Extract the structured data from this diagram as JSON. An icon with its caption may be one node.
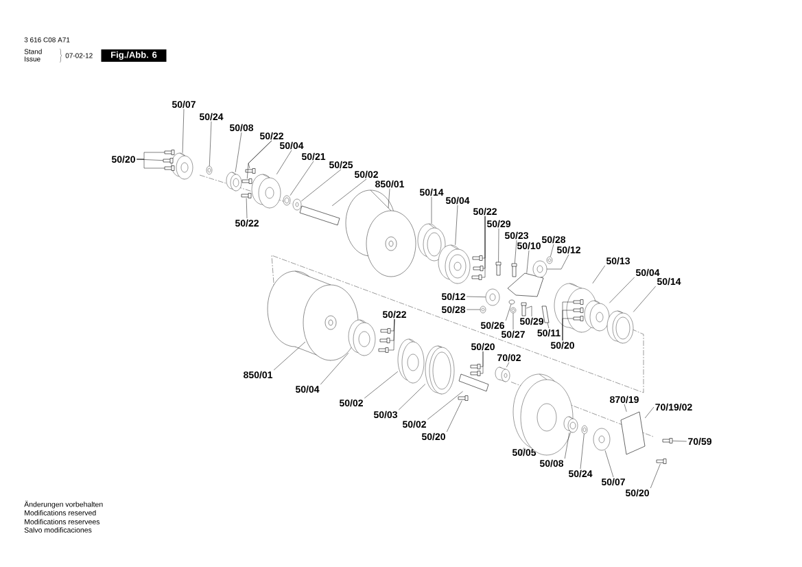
{
  "diagram": {
    "nodes": [
      {
        "text": [
          "50/07"
        ]
      },
      {
        "text": [
          "50/24"
        ]
      },
      {
        "text": [
          "50/08"
        ]
      },
      {
        "text": [
          "50/22"
        ]
      },
      {
        "text": [
          "50/04"
        ]
      },
      {
        "text": [
          "50/21"
        ]
      },
      {
        "text": [
          "50/25"
        ]
      },
      {
        "text": [
          "50/02"
        ]
      },
      {
        "text": [
          "850/01"
        ]
      },
      {
        "text": [
          "50/20"
        ]
      },
      {
        "text": [
          "50/22"
        ]
      },
      {
        "text": [
          "50/14"
        ]
      },
      {
        "text": [
          "50/04"
        ]
      },
      {
        "text": [
          "50/22"
        ]
      },
      {
        "text": [
          "50/29"
        ]
      },
      {
        "text": [
          "50/23"
        ]
      },
      {
        "text": [
          "50/10"
        ]
      },
      {
        "text": [
          "50/28"
        ]
      },
      {
        "text": [
          "50/12"
        ]
      },
      {
        "text": [
          "50/12"
        ]
      },
      {
        "text": [
          "50/28"
        ]
      },
      {
        "text": [
          "50/26"
        ]
      },
      {
        "text": [
          "50/27"
        ]
      },
      {
        "text": [
          "50/29"
        ]
      },
      {
        "text": [
          "50/11"
        ]
      },
      {
        "text": [
          "50/13"
        ]
      },
      {
        "text": [
          "50/04"
        ]
      },
      {
        "text": [
          "50/14"
        ]
      },
      {
        "text": [
          "50/20"
        ]
      },
      {
        "text": [
          "850/01"
        ]
      },
      {
        "text": [
          "50/04"
        ]
      },
      {
        "text": [
          "50/22"
        ]
      },
      {
        "text": [
          "50/02"
        ]
      },
      {
        "text": [
          "50/03"
        ]
      },
      {
        "text": [
          "50/02"
        ]
      },
      {
        "text": [
          "50/20"
        ]
      },
      {
        "text": [
          "50/20"
        ]
      },
      {
        "text": [
          "70/02"
        ]
      },
      {
        "text": [
          "50/05"
        ]
      },
      {
        "text": [
          "50/08"
        ]
      },
      {
        "text": [
          "50/24"
        ]
      },
      {
        "text": [
          "50/07"
        ]
      },
      {
        "text": [
          "50/20"
        ]
      },
      {
        "text": [
          "870/19"
        ]
      },
      {
        "text": [
          "70/19/02"
        ]
      },
      {
        "text": [
          "70/59"
        ]
      },
      {
        "text": [],
        "shape": "picture"
      },
      {
        "text": [],
        "shape": "box"
      },
      {
        "text": [],
        "shape": "box"
      },
      {
        "text": [],
        "shape": "box"
      },
      {
        "text": [],
        "shape": "picture"
      },
      {
        "text": [],
        "shape": "picture"
      },
      {
        "text": [],
        "shape": "box"
      },
      {
        "text": [],
        "shape": "box"
      },
      {
        "text": [],
        "shape": "box"
      },
      {
        "text": [],
        "shape": "picture"
      },
      {
        "text": [],
        "shape": "picture"
      },
      {
        "text": [],
        "shape": "picture"
      },
      {
        "text": [],
        "shape": "box"
      },
      {
        "text": [],
        "shape": "cylinder"
      },
      {
        "text": [],
        "shape": "picture"
      },
      {
        "text": [],
        "shape": "picture"
      },
      {
        "text": [],
        "shape": "box"
      },
      {
        "text": [],
        "shape": "box"
      },
      {
        "text": [],
        "shape": "box"
      },
      {
        "text": [],
        "shape": "box"
      },
      {
        "text": [],
        "shape": "box"
      },
      {
        "text": [],
        "shape": "box"
      },
      {
        "text": [],
        "shape": "picture"
      },
      {
        "text": [],
        "shape": "picture"
      },
      {
        "text": [],
        "shape": "picture"
      },
      {
        "text": [],
        "shape": "picture"
      },
      {
        "text": [],
        "shape": "circle"
      },
      {
        "text": [],
        "shape": "picture"
      },
      {
        "text": [],
        "shape": "box"
      },
      {
        "text": [],
        "shape": "box"
      },
      {
        "text": [],
        "shape": "picture"
      },
      {
        "text": [],
        "shape": "box",
        "in": 76
      },
      {
        "text": [],
        "shape": "box",
        "in": 76
      },
      {
        "text": [],
        "shape": "box",
        "in": 76
      },
      {
        "text": [],
        "shape": "picture"
      },
      {
        "text": [],
        "shape": "picture"
      },
      {
        "text": [],
        "shape": "cylinder"
      },
      {
        "text": [],
        "shape": "picture"
      },
      {
        "text": [],
        "shape": "box"
      },
      {
        "text": [],
        "shape": "box"
      },
      {
        "text": [],
        "shape": "box"
      },
      {
        "text": [],
        "shape": "picture"
      },
      {
        "text": [],
        "shape": "picture"
      },
      {
        "text": [],
        "shape": "box"
      },
      {
        "text": [],
        "shape": "box"
      },
      {
        "text": [],
        "shape": "box"
      },
      {
        "text": [],
        "shape": "box"
      },
      {
        "text": [],
        "shape": "picture"
      },
      {
        "text": [],
        "shape": "picture"
      },
      {
        "text": [],
        "shape": "picture"
      },
      {
        "text": [],
        "shape": "picture"
      },
      {
        "text": [],
        "shape": "picture"
      },
      {
        "text": [],
        "shape": "box"
      },
      {
        "text": [],
        "shape": "box"
      },
      {
        "text": [],
        "shape": "box"
      }
    ],
    "edges": [
      {
        "from": 0,
        "to": 46,
        "arrow": "none"
      },
      {
        "from": 1,
        "to": 50,
        "arrow": "none"
      },
      {
        "from": 2,
        "to": 51,
        "arrow": "none"
      },
      {
        "from": 3,
        "to": 52,
        "arrow": "none"
      },
      {
        "from": 3,
        "to": 53,
        "arrow": "none"
      },
      {
        "from": 4,
        "to": 55,
        "arrow": "none"
      },
      {
        "from": 5,
        "to": 56,
        "arrow": "none"
      },
      {
        "from": 6,
        "to": 57,
        "arrow": "none"
      },
      {
        "from": 7,
        "to": 58,
        "arrow": "none"
      },
      {
        "from": 8,
        "to": 59,
        "arrow": "none"
      },
      {
        "from": 9,
        "to": 47,
        "arrow": "none"
      },
      {
        "from": 9,
        "to": 48,
        "arrow": "none"
      },
      {
        "from": 9,
        "to": 49,
        "arrow": "none"
      },
      {
        "from": 10,
        "to": 54,
        "arrow": "none"
      },
      {
        "from": 11,
        "to": 60,
        "arrow": "none"
      },
      {
        "from": 12,
        "to": 61,
        "arrow": "none"
      },
      {
        "from": 13,
        "to": 62,
        "arrow": "none"
      },
      {
        "from": 13,
        "to": 63,
        "arrow": "none"
      },
      {
        "from": 13,
        "to": 64,
        "arrow": "none"
      },
      {
        "from": 14,
        "to": 65,
        "arrow": "none"
      },
      {
        "from": 15,
        "to": 66,
        "arrow": "none"
      },
      {
        "from": 16,
        "to": 67,
        "arrow": "none"
      },
      {
        "from": 17,
        "to": 69,
        "arrow": "none"
      },
      {
        "from": 18,
        "to": 68,
        "arrow": "none"
      },
      {
        "from": 19,
        "to": 70,
        "arrow": "none"
      },
      {
        "from": 20,
        "to": 71,
        "arrow": "none"
      },
      {
        "from": 21,
        "to": 72,
        "arrow": "none"
      },
      {
        "from": 22,
        "to": 73,
        "arrow": "none"
      },
      {
        "from": 23,
        "to": 74,
        "arrow": "none"
      },
      {
        "from": 24,
        "to": 75,
        "arrow": "none"
      },
      {
        "from": 25,
        "to": 76,
        "arrow": "none"
      },
      {
        "from": 26,
        "to": 80,
        "arrow": "none"
      },
      {
        "from": 27,
        "to": 81,
        "arrow": "none"
      },
      {
        "from": 28,
        "to": 77,
        "arrow": "none"
      },
      {
        "from": 28,
        "to": 78,
        "arrow": "none"
      },
      {
        "from": 28,
        "to": 79,
        "arrow": "none"
      },
      {
        "from": 29,
        "to": 82,
        "arrow": "none"
      },
      {
        "from": 30,
        "to": 83,
        "arrow": "none"
      },
      {
        "from": 31,
        "to": 84,
        "arrow": "none"
      },
      {
        "from": 31,
        "to": 85,
        "arrow": "none"
      },
      {
        "from": 31,
        "to": 86,
        "arrow": "none"
      },
      {
        "from": 32,
        "to": 87,
        "arrow": "none"
      },
      {
        "from": 33,
        "to": 88,
        "arrow": "none"
      },
      {
        "from": 34,
        "to": 91,
        "arrow": "none"
      },
      {
        "from": 35,
        "to": 92,
        "arrow": "none"
      },
      {
        "from": 36,
        "to": 89,
        "arrow": "none"
      },
      {
        "from": 36,
        "to": 90,
        "arrow": "none"
      },
      {
        "from": 37,
        "to": 93,
        "arrow": "none"
      },
      {
        "from": 38,
        "to": 94,
        "arrow": "none"
      },
      {
        "from": 39,
        "to": 95,
        "arrow": "none"
      },
      {
        "from": 40,
        "to": 96,
        "arrow": "none"
      },
      {
        "from": 41,
        "to": 97,
        "arrow": "none"
      },
      {
        "from": 42,
        "to": 100,
        "arrow": "none"
      },
      {
        "from": 43,
        "to": 98,
        "arrow": "none"
      },
      {
        "from": 44,
        "to": 98,
        "arrow": "none"
      },
      {
        "from": 45,
        "to": 99,
        "arrow": "none"
      }
    ],
    "labels": [
      "3 616 C08 A71",
      "Stand",
      "Issue",
      "07-02-12",
      "Fig./Abb. 6",
      "Änderungen vorbehalten",
      "Modifications reserved",
      "Modifications reservees",
      "Salvo modificaciones"
    ]
  }
}
